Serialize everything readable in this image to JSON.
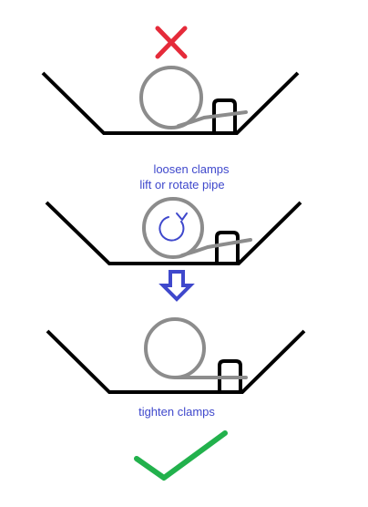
{
  "steps": [
    {
      "caption": ""
    },
    {
      "caption_line1": "loosen clamps",
      "caption_line2": "lift or rotate pipe"
    },
    {
      "caption": "tighten clamps"
    }
  ],
  "marks": {
    "wrong_icon": "cross-mark",
    "rotate_icon": "rotate-arrow",
    "next_icon": "down-arrow",
    "correct_icon": "check-mark"
  },
  "colors": {
    "cross": "#e52b3a",
    "caption": "#3f48cc",
    "arrow": "#3f48cc",
    "check": "#22b14c",
    "pipe": "#8c8c8c",
    "trough": "#000000"
  }
}
